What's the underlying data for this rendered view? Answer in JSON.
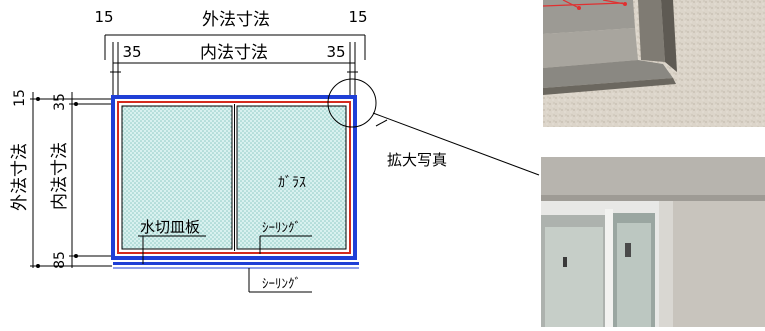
{
  "dimensions": {
    "top_left_margin": "15",
    "top_right_margin": "15",
    "outer_width_label": "外法寸法",
    "inner_left_margin": "35",
    "inner_right_margin": "35",
    "inner_width_label": "内法寸法",
    "side_top_margin": "15",
    "side_inner_top": "35",
    "side_bottom": "85",
    "outer_height_label": "外法寸法",
    "inner_height_label": "内法寸法"
  },
  "labels": {
    "glass": "ｶﾞﾗｽ",
    "sill_plate": "水切皿板",
    "sealing_inner": "ｼｰﾘﾝｸﾞ",
    "sealing_outer": "ｼｰﾘﾝｸﾞ",
    "enlarged_photo": "拡大写真"
  },
  "colors": {
    "outer_frame": "#1f3fd6",
    "inner_frame": "#d42a1e",
    "glass_fill": "#d8f1ef",
    "glass_dots": "#8fc9c4"
  }
}
